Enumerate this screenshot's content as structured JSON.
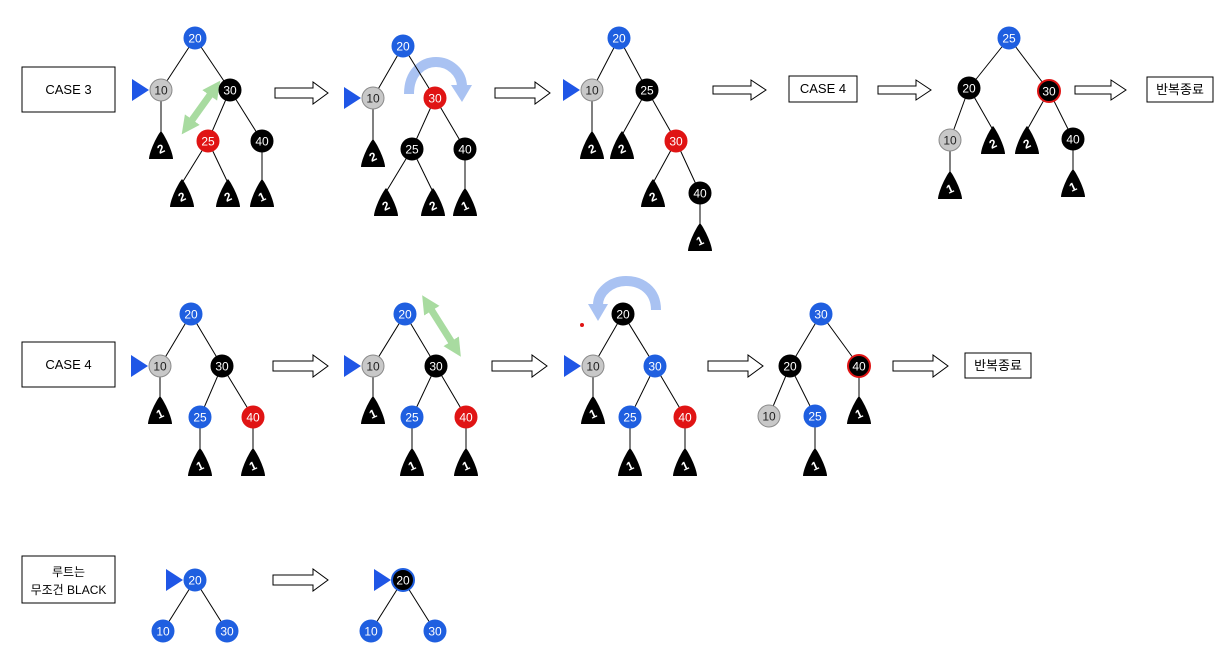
{
  "colors": {
    "blue": "#1f5fe0",
    "red": "#e01414",
    "black": "#000000",
    "gray": "#c8c8c8",
    "pointer": "#1f56e6",
    "green_arrow": "#a8dba0",
    "blue_arrow": "#a9c2f2",
    "edge": "#000000",
    "white": "#ffffff"
  },
  "labels": {
    "case3": "CASE 3",
    "case4_top": "CASE 4",
    "end_top": "반복종료",
    "case4_mid": "CASE 4",
    "end_mid": "반복종료",
    "root_line1": "루트는",
    "root_line2": "무조건 BLACK"
  },
  "trees": [
    {
      "name": "case3-tree-1",
      "nodes": [
        {
          "id": "a",
          "value": "20",
          "color": "blue"
        },
        {
          "id": "b",
          "value": "10",
          "color": "gray"
        },
        {
          "id": "c",
          "value": "30",
          "color": "black"
        },
        {
          "id": "d",
          "value": "25",
          "color": "red"
        },
        {
          "id": "e",
          "value": "40",
          "color": "black"
        }
      ],
      "subtrees": [
        "2",
        "2",
        "2",
        "1"
      ]
    },
    {
      "name": "case3-tree-2",
      "nodes": [
        {
          "id": "a",
          "value": "20",
          "color": "blue"
        },
        {
          "id": "b",
          "value": "10",
          "color": "gray"
        },
        {
          "id": "c",
          "value": "30",
          "color": "red"
        },
        {
          "id": "d",
          "value": "25",
          "color": "black"
        },
        {
          "id": "e",
          "value": "40",
          "color": "black"
        }
      ],
      "subtrees": [
        "2",
        "2",
        "2",
        "1"
      ]
    },
    {
      "name": "case3-tree-3",
      "nodes": [
        {
          "id": "a",
          "value": "20",
          "color": "blue"
        },
        {
          "id": "b",
          "value": "10",
          "color": "gray"
        },
        {
          "id": "c",
          "value": "25",
          "color": "black"
        },
        {
          "id": "d",
          "value": "30",
          "color": "red"
        },
        {
          "id": "e",
          "value": "40",
          "color": "black"
        }
      ],
      "subtrees": [
        "2",
        "2",
        "2",
        "1"
      ]
    },
    {
      "name": "case3-tree-4",
      "nodes": [
        {
          "id": "a",
          "value": "25",
          "color": "blue"
        },
        {
          "id": "b",
          "value": "20",
          "color": "black"
        },
        {
          "id": "c",
          "value": "30",
          "color": "black",
          "ring": "red"
        },
        {
          "id": "d",
          "value": "10",
          "color": "gray"
        },
        {
          "id": "e",
          "value": "40",
          "color": "black"
        }
      ],
      "subtrees": [
        "1",
        "2",
        "2",
        "1"
      ]
    },
    {
      "name": "case4-tree-1",
      "nodes": [
        {
          "id": "a",
          "value": "20",
          "color": "blue"
        },
        {
          "id": "b",
          "value": "10",
          "color": "gray"
        },
        {
          "id": "c",
          "value": "30",
          "color": "black"
        },
        {
          "id": "d",
          "value": "25",
          "color": "blue"
        },
        {
          "id": "e",
          "value": "40",
          "color": "red"
        }
      ],
      "subtrees": [
        "1",
        "1",
        "1"
      ]
    },
    {
      "name": "case4-tree-2",
      "nodes": [
        {
          "id": "a",
          "value": "20",
          "color": "blue"
        },
        {
          "id": "b",
          "value": "10",
          "color": "gray"
        },
        {
          "id": "c",
          "value": "30",
          "color": "black"
        },
        {
          "id": "d",
          "value": "25",
          "color": "blue"
        },
        {
          "id": "e",
          "value": "40",
          "color": "red"
        }
      ],
      "subtrees": [
        "1",
        "1",
        "1"
      ]
    },
    {
      "name": "case4-tree-3",
      "nodes": [
        {
          "id": "a",
          "value": "20",
          "color": "black"
        },
        {
          "id": "b",
          "value": "10",
          "color": "gray"
        },
        {
          "id": "c",
          "value": "30",
          "color": "blue"
        },
        {
          "id": "d",
          "value": "25",
          "color": "blue"
        },
        {
          "id": "e",
          "value": "40",
          "color": "red"
        }
      ],
      "subtrees": [
        "1",
        "1",
        "1"
      ]
    },
    {
      "name": "case4-tree-4",
      "nodes": [
        {
          "id": "a",
          "value": "30",
          "color": "blue"
        },
        {
          "id": "b",
          "value": "20",
          "color": "black"
        },
        {
          "id": "c",
          "value": "40",
          "color": "black",
          "ring": "red"
        },
        {
          "id": "d",
          "value": "10",
          "color": "gray"
        },
        {
          "id": "e",
          "value": "25",
          "color": "blue"
        }
      ],
      "subtrees": [
        "1",
        "1"
      ]
    },
    {
      "name": "root-tree-1",
      "nodes": [
        {
          "id": "a",
          "value": "20",
          "color": "blue"
        },
        {
          "id": "b",
          "value": "10",
          "color": "blue"
        },
        {
          "id": "c",
          "value": "30",
          "color": "blue"
        }
      ],
      "subtrees": []
    },
    {
      "name": "root-tree-2",
      "nodes": [
        {
          "id": "a",
          "value": "20",
          "color": "black",
          "ring": "blue"
        },
        {
          "id": "b",
          "value": "10",
          "color": "blue"
        },
        {
          "id": "c",
          "value": "30",
          "color": "blue"
        }
      ],
      "subtrees": []
    }
  ]
}
